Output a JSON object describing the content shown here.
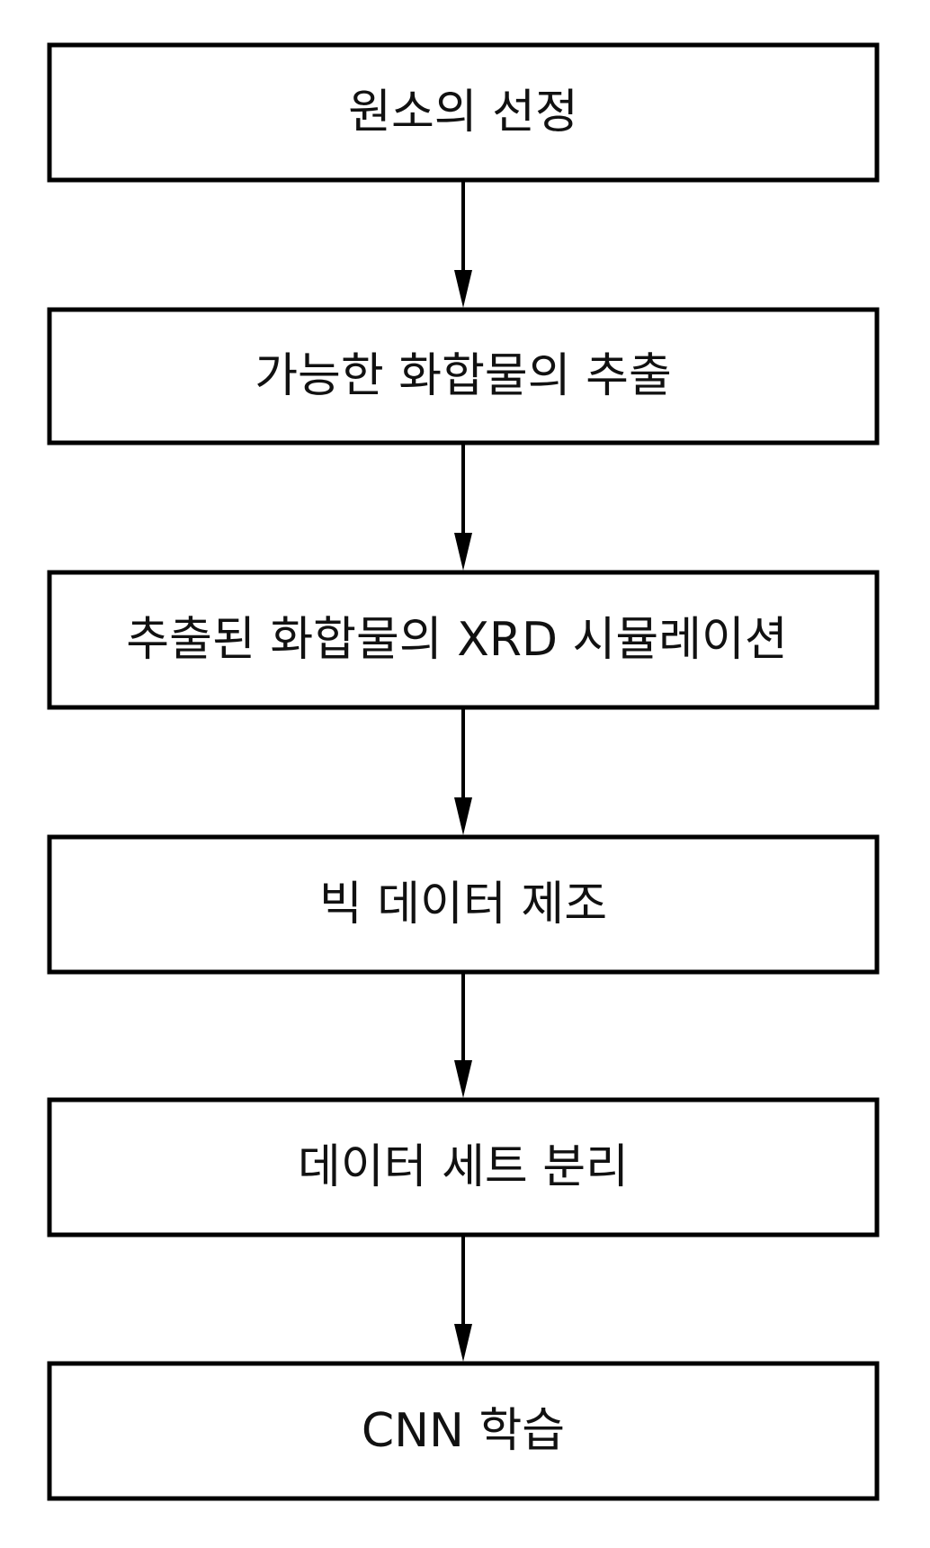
{
  "flowchart": {
    "steps": [
      {
        "label": "원소의 선정"
      },
      {
        "label": "가능한 화합물의 추출"
      },
      {
        "label": "추출된 화합물의 XRD 시뮬레이션"
      },
      {
        "label": "빅 데이터 제조"
      },
      {
        "label": "데이터 세트 분리"
      },
      {
        "label": "CNN 학습"
      }
    ],
    "connections": [
      {
        "from": 0,
        "to": 1
      },
      {
        "from": 1,
        "to": 2
      },
      {
        "from": 2,
        "to": 3
      },
      {
        "from": 3,
        "to": 4
      },
      {
        "from": 4,
        "to": 5
      }
    ],
    "colors": {
      "line": "#000000",
      "text": "#111111",
      "background": "#ffffff"
    }
  }
}
